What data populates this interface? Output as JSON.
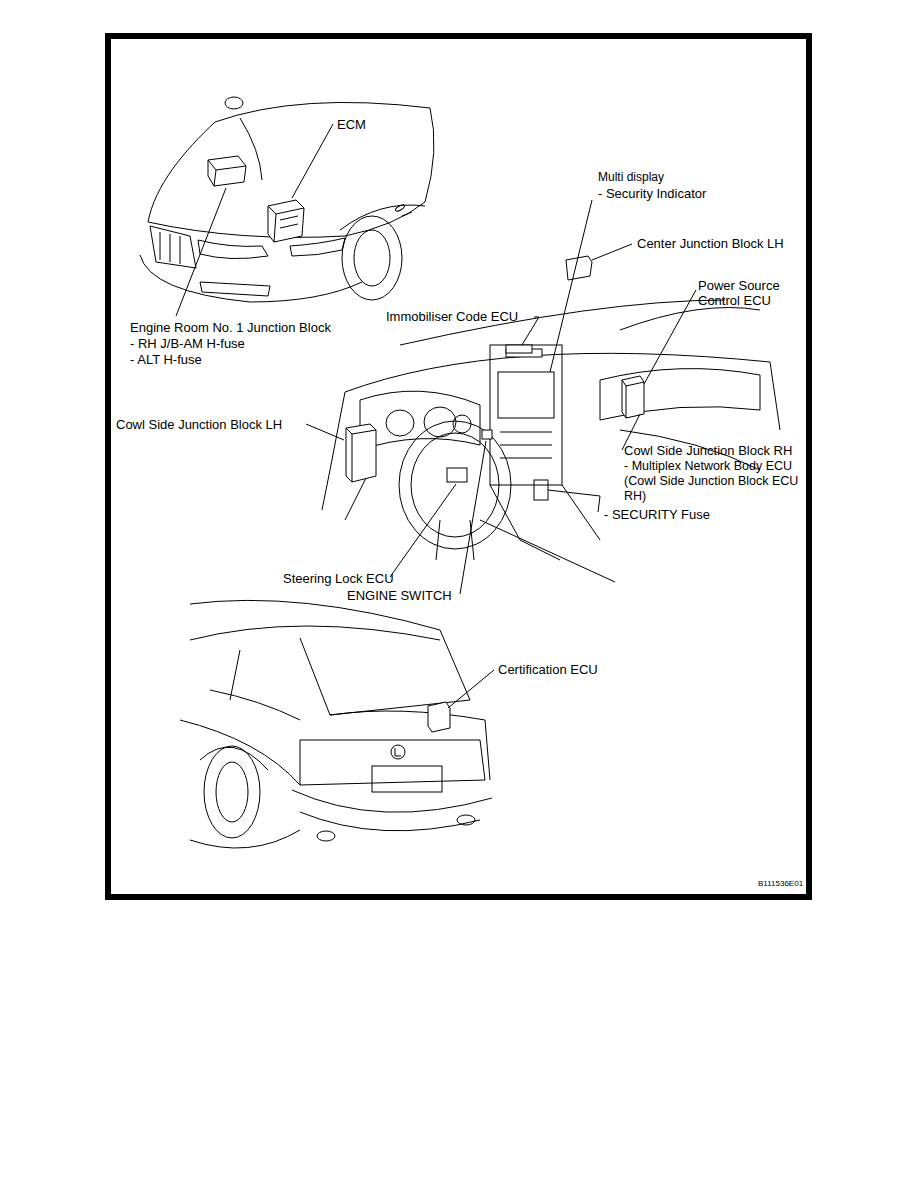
{
  "diagram": {
    "labels": [
      "ECM",
      "Multi display",
      "- Security Indicator",
      "Center Junction Block LH",
      "Power Source Control ECU",
      "Engine Room No. 1 Junction Block",
      "- RH J/B-AM H-fuse",
      "- ALT H-fuse",
      "Immobiliser Code ECU",
      "Cowl Side Junction Block LH",
      "Cowl Side Junction Block RH",
      "- Multiplex Network Body ECU (Cowl Side Junction Block ECU RH)",
      "- SECURITY Fuse",
      "Steering Lock ECU",
      "ENGINE SWITCH",
      "Certification ECU",
      "B111536E01"
    ]
  }
}
